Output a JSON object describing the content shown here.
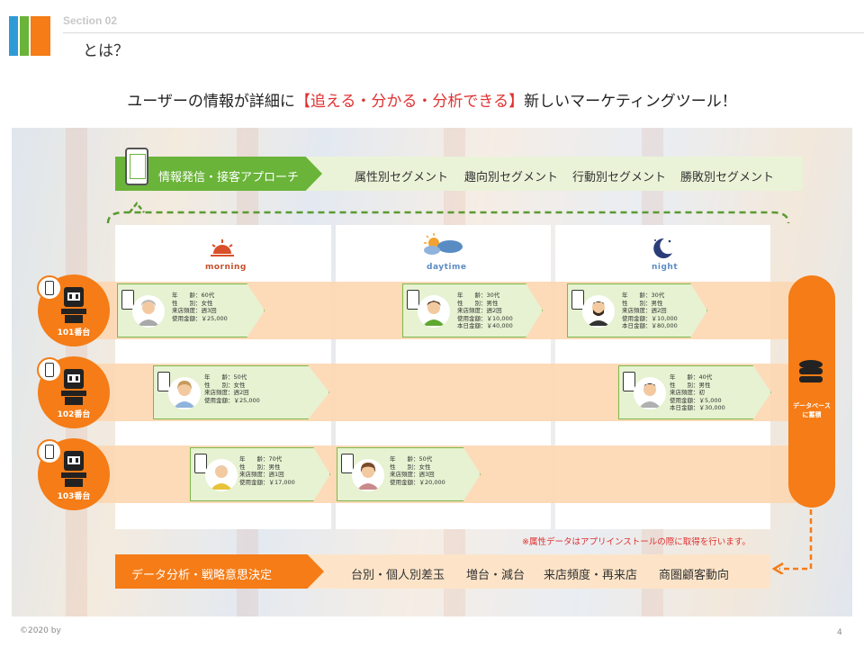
{
  "header": {
    "section_label": "Section 02",
    "page_title": "とは？",
    "logo_colors": [
      "#2e9bd6",
      "#6ab43a",
      "#f57c16"
    ]
  },
  "headline": {
    "before": "ユーザーの情報が詳細に",
    "highlight": "【追える・分かる・分析できる】",
    "after": "新しいマーケティングツール！"
  },
  "top_banner": {
    "label": "情報発信・接客アプローチ",
    "segments": [
      "属性別セグメント",
      "趣向別セグメント",
      "行動別セグメント",
      "勝敗別セグメント"
    ]
  },
  "time_columns": [
    {
      "label": "morning",
      "icon": "sunrise-icon"
    },
    {
      "label": "daytime",
      "icon": "sun-cloud-icon"
    },
    {
      "label": "night",
      "icon": "moon-icon"
    }
  ],
  "machines": [
    {
      "label": "101番台",
      "icon": "slot-machine-icon"
    },
    {
      "label": "102番台",
      "icon": "slot-machine-icon"
    },
    {
      "label": "103番台",
      "icon": "slot-machine-icon"
    }
  ],
  "cards": [
    {
      "id": "c1",
      "lines": [
        "年　　齢：60代",
        "性　　別：女性",
        "来店頻度：週3回",
        "使用金額：￥25,000"
      ]
    },
    {
      "id": "c2",
      "lines": [
        "年　　齢：30代",
        "性　　別：男性",
        "来店頻度：週2回",
        "使用金額：￥10,000",
        "本日金額：￥40,000"
      ]
    },
    {
      "id": "c3",
      "lines": [
        "年　　齢：30代",
        "性　　別：男性",
        "来店頻度：週2回",
        "使用金額：￥10,000",
        "本日金額：￥80,000"
      ]
    },
    {
      "id": "c4",
      "lines": [
        "年　　齢：50代",
        "性　　別：女性",
        "来店頻度：週2回",
        "使用金額：￥25,000"
      ]
    },
    {
      "id": "c5",
      "lines": [
        "年　　齢：40代",
        "性　　別：男性",
        "来店頻度：初",
        "使用金額：￥5,000",
        "本日金額：￥30,000"
      ]
    },
    {
      "id": "c6",
      "lines": [
        "年　　齢：70代",
        "性　　別：男性",
        "来店頻度：週1回",
        "使用金額：￥17,000"
      ]
    },
    {
      "id": "c7",
      "lines": [
        "年　　齢：50代",
        "性　　別：女性",
        "来店頻度：週3回",
        "使用金額：￥20,000"
      ]
    }
  ],
  "database": {
    "line1": "データベース",
    "line2": "に蓄積",
    "icon": "database-icon"
  },
  "note": "※属性データはアプリインストールの際に取得を行います。",
  "bottom_banner": {
    "label": "データ分析・戦略意思決定",
    "items": [
      "台別・個人別差玉",
      "増台・減台",
      "来店頻度・再来店",
      "商圏顧客動向"
    ]
  },
  "footer": {
    "copyright": "©2020 by",
    "page_number": "4"
  },
  "colors": {
    "green": "#6ab43a",
    "orange": "#f57c16",
    "red": "#e03030",
    "light_green": "#e6f2d1",
    "peach": "#fdd7b2"
  }
}
